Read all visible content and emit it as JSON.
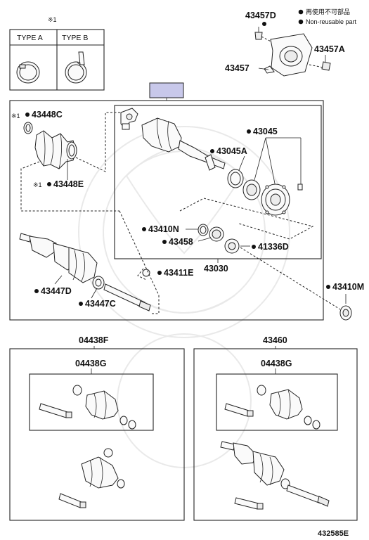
{
  "legend": {
    "reuse_kanji": "再使用不可部品",
    "non_reusable_en": "Non-reusable part"
  },
  "type_box": {
    "note_mark": "※1",
    "type_a": "TYPE A",
    "type_b": "TYPE B"
  },
  "highlight_color": "#c8c8ea",
  "labels": {
    "p43457D": "43457D",
    "p43457A": "43457A",
    "p43457": "43457",
    "p43448C_mark": "※1",
    "p43448C": "43448C",
    "p43448E_mark": "※1",
    "p43448E": "43448E",
    "p43045": "43045",
    "p43045A": "43045A",
    "p43410N": "43410N",
    "p43458": "43458",
    "p41336D": "41336D",
    "p43030": "43030",
    "p43411E": "43411E",
    "p43447D": "43447D",
    "p43447C": "43447C",
    "p43410M": "43410M",
    "p04438F": "04438F",
    "p04438G_left": "04438G",
    "p43460": "43460",
    "p04438G_right": "04438G",
    "figure_code": "432585E"
  }
}
